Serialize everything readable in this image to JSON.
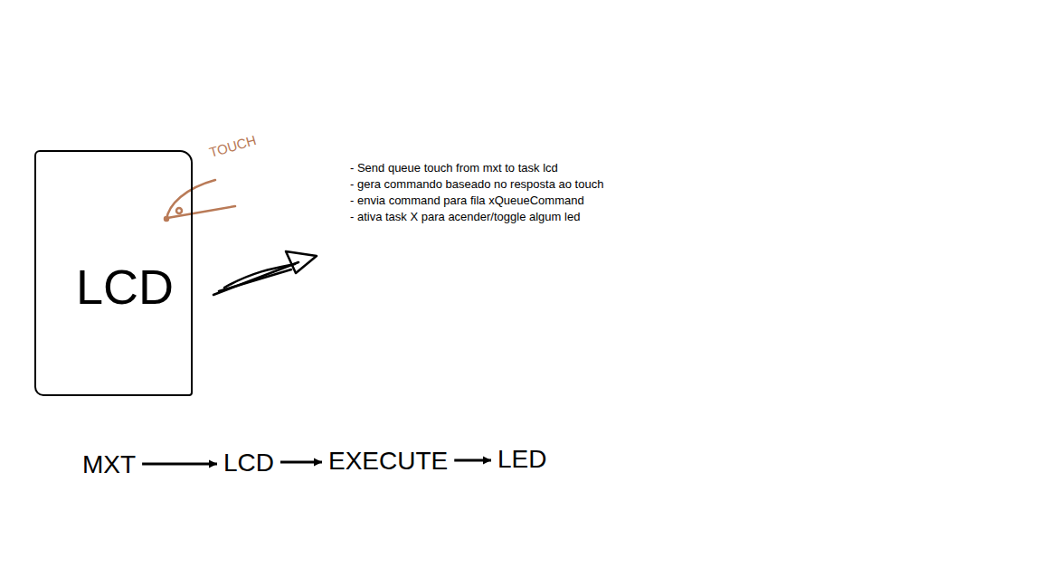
{
  "diagram": {
    "nodes": [
      {
        "text": [
          "LCD"
        ]
      },
      {
        "text": [
          "MXT"
        ]
      },
      {
        "text": [
          "LCD"
        ]
      },
      {
        "text": [
          "EXECUTE"
        ]
      },
      {
        "text": [
          "LED"
        ]
      }
    ],
    "edges": [
      {
        "from": 1,
        "to": 2,
        "arrow": "to"
      },
      {
        "from": 2,
        "to": 3,
        "arrow": "to"
      },
      {
        "from": 3,
        "to": 4,
        "arrow": "to"
      }
    ],
    "labels": [
      "TOUCH",
      "- Send queue touch from mxt to task lcd",
      "- gera commando baseado no resposta ao touch",
      "- envia command para fila xQueueCommand",
      "- ativa task X para acender/toggle algum led"
    ]
  }
}
